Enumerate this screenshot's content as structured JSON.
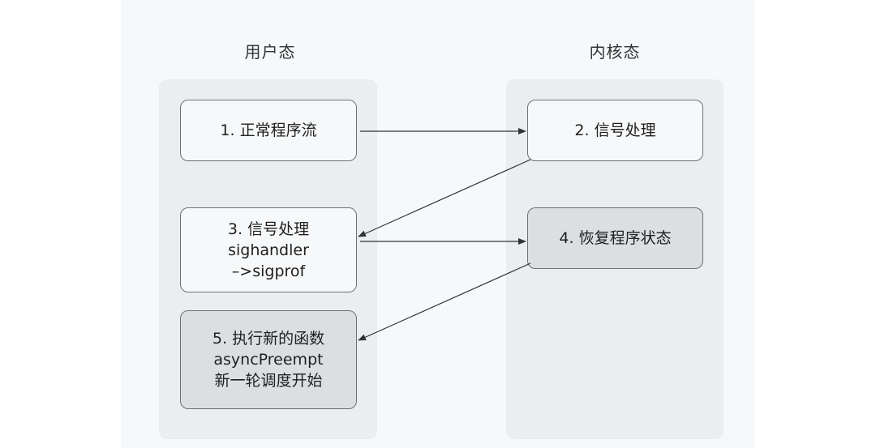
{
  "columns": {
    "user": "用户态",
    "kernel": "内核态"
  },
  "nodes": {
    "n1": [
      "1. 正常程序流"
    ],
    "n2": [
      "2. 信号处理"
    ],
    "n3": [
      "3. 信号处理",
      "sighandler",
      "–>sigprof"
    ],
    "n4": [
      "4. 恢复程序状态"
    ],
    "n5": [
      "5. 执行新的函数",
      "asyncPreempt",
      "新一轮调度开始"
    ]
  },
  "colors": {
    "background": "#f6f9fb",
    "lane": "#eaeef1",
    "node_plain": "#f6f8fa",
    "node_shaded": "#dcdfe2",
    "border": "#6f6f6f",
    "arrow": "#333333"
  }
}
